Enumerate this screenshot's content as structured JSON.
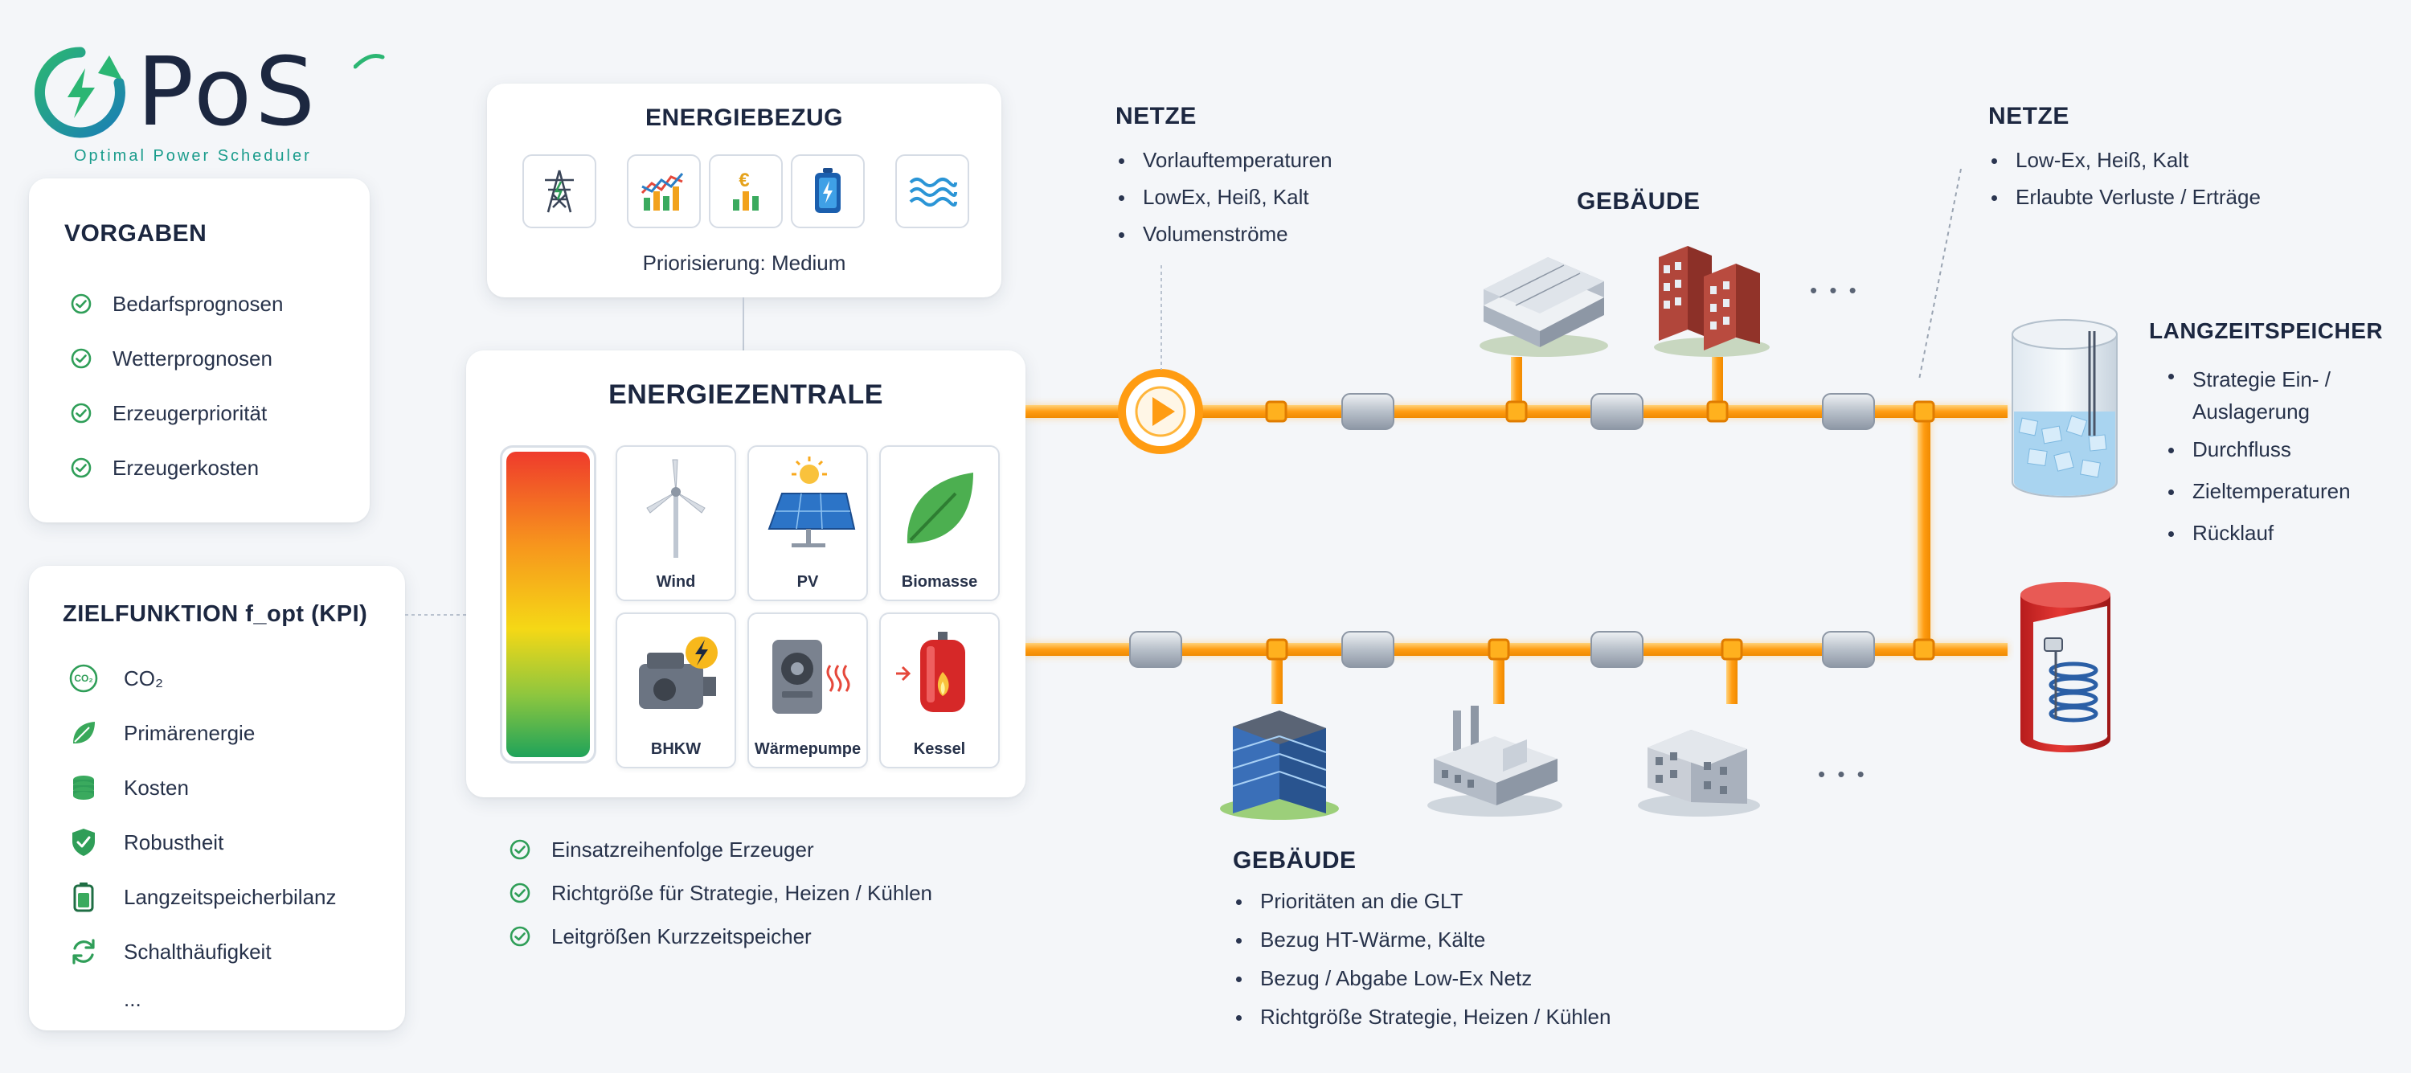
{
  "logo": {
    "name": "PoS",
    "tagline": "Optimal Power Scheduler"
  },
  "vorgaben": {
    "title": "VORGABEN",
    "items": [
      "Bedarfsprognosen",
      "Wetterprognosen",
      "Erzeugerpriorität",
      "Erzeugerkosten"
    ]
  },
  "zielfunktion": {
    "title": "ZIELFUNKTION f_opt (KPI)",
    "items": [
      {
        "label": "CO₂",
        "icon": "co2-icon"
      },
      {
        "label": "Primärenergie",
        "icon": "leaf-icon"
      },
      {
        "label": "Kosten",
        "icon": "coins-icon"
      },
      {
        "label": "Robustheit",
        "icon": "shield-check-icon"
      },
      {
        "label": "Langzeitspeicherbilanz",
        "icon": "battery-icon"
      },
      {
        "label": "Schalthäufigkeit",
        "icon": "cycle-icon"
      },
      {
        "label": "...",
        "icon": ""
      }
    ]
  },
  "energiebezug": {
    "title": "ENERGIEBEZUG",
    "icons": [
      "power-pylon-icon",
      "market-chart-icon",
      "price-euro-icon",
      "battery-storage-icon",
      "water-icon"
    ],
    "priority": "Priorisierung: Medium"
  },
  "energiezentrale": {
    "title": "ENERGIEZENTRALE",
    "generators": [
      "Wind",
      "PV",
      "Biomasse",
      "BHKW",
      "Wärmepumpe",
      "Kessel"
    ]
  },
  "zentrale_outputs": [
    "Einsatzreihenfolge Erzeuger",
    "Richtgröße für Strategie, Heizen / Kühlen",
    "Leitgrößen Kurzzeitspeicher"
  ],
  "netze_left": {
    "title": "NETZE",
    "items": [
      "Vorlauftemperaturen",
      "LowEx, Heiß, Kalt",
      "Volumenströme"
    ]
  },
  "netze_right": {
    "title": "NETZE",
    "items": [
      "Low-Ex, Heiß, Kalt",
      "Erlaubte Verluste / Erträge"
    ]
  },
  "gebaeude_top": {
    "title": "GEBÄUDE",
    "more": "• • •"
  },
  "gebaeude_bottom": {
    "title": "GEBÄUDE",
    "more": "• • •",
    "items": [
      "Prioritäten an die GLT",
      "Bezug HT-Wärme, Kälte",
      "Bezug / Abgabe Low-Ex Netz",
      "Richtgröße Strategie, Heizen / Kühlen"
    ]
  },
  "langzeitspeicher": {
    "title": "LANGZEITSPEICHER",
    "items": [
      "Strategie Ein- / Auslagerung",
      "Durchfluss",
      "Zieltemperaturen",
      "Rücklauf"
    ]
  },
  "colors": {
    "accent_teal": "#1a9c8c",
    "pipe_orange": "#ffa41c",
    "check_green": "#2f9e58",
    "navy": "#1c2740"
  }
}
